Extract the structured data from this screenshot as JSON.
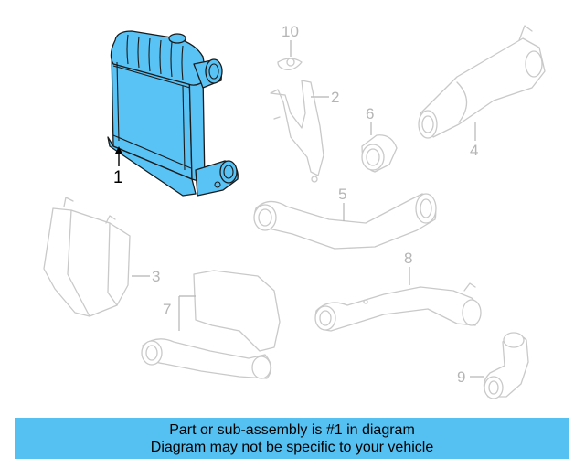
{
  "callouts": {
    "p1": "1",
    "p2": "2",
    "p3": "3",
    "p4": "4",
    "p5": "5",
    "p6": "6",
    "p7": "7",
    "p8": "8",
    "p9": "9",
    "p10": "10"
  },
  "banner": {
    "line1": "Part or sub-assembly is #1 in diagram",
    "line2": "Diagram may not be specific to your vehicle"
  },
  "colors": {
    "highlight": "#58c3f4",
    "banner": "#55c1f2",
    "ghost": "#c9c9c9"
  }
}
